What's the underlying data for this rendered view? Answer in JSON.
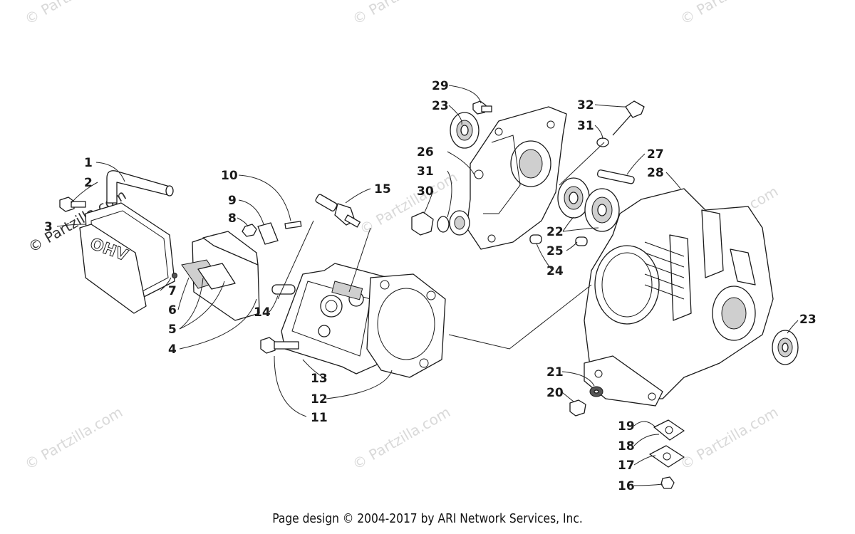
{
  "watermark": {
    "text": "© Partzilla.com"
  },
  "cover_marking": "OHV",
  "footer": {
    "text": "Page design © 2004-2017 by ARI Network Services, Inc."
  },
  "callouts": {
    "c1": "1",
    "c2": "2",
    "c3": "3",
    "c4": "4",
    "c5": "5",
    "c6": "6",
    "c7": "7",
    "c8": "8",
    "c9": "9",
    "c10": "10",
    "c11": "11",
    "c12": "12",
    "c13": "13",
    "c14": "14",
    "c15": "15",
    "c16": "16",
    "c17": "17",
    "c18": "18",
    "c19": "19",
    "c20": "20",
    "c21": "21",
    "c22": "22",
    "c23a": "23",
    "c23b": "23",
    "c24": "24",
    "c25": "25",
    "c26": "26",
    "c27": "27",
    "c28": "28",
    "c29": "29",
    "c30": "30",
    "c31a": "31",
    "c31b": "31",
    "c32": "32"
  }
}
